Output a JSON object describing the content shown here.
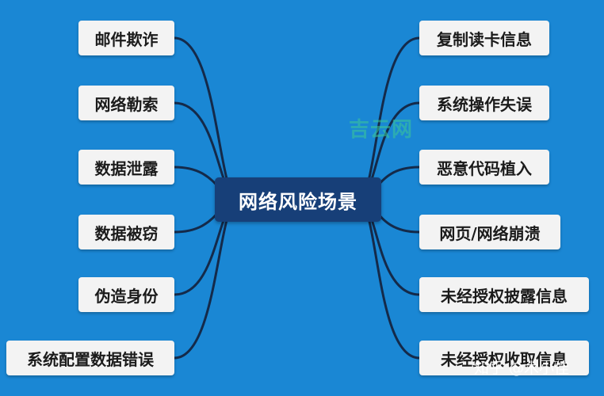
{
  "center": {
    "label": "网络风险场景"
  },
  "left_items": [
    {
      "label": "邮件欺诈"
    },
    {
      "label": "网络勒索"
    },
    {
      "label": "数据泄露"
    },
    {
      "label": "数据被窃"
    },
    {
      "label": "伪造身份"
    },
    {
      "label": "系统配置数据错误"
    }
  ],
  "right_items": [
    {
      "label": "复制读卡信息"
    },
    {
      "label": "系统操作失误"
    },
    {
      "label": "恶意代码植入"
    },
    {
      "label": "网页/网络崩溃"
    },
    {
      "label": "未经授权披露信息"
    },
    {
      "label": "未经授权收取信息"
    }
  ],
  "watermark": {
    "text": "吉云网"
  },
  "credit": {
    "text": "知乎 @木小佳"
  },
  "colors": {
    "background": "#1a87d4",
    "center_fill": "#173f78",
    "node_fill": "#f3f3f3",
    "connector": "#142a4a"
  }
}
